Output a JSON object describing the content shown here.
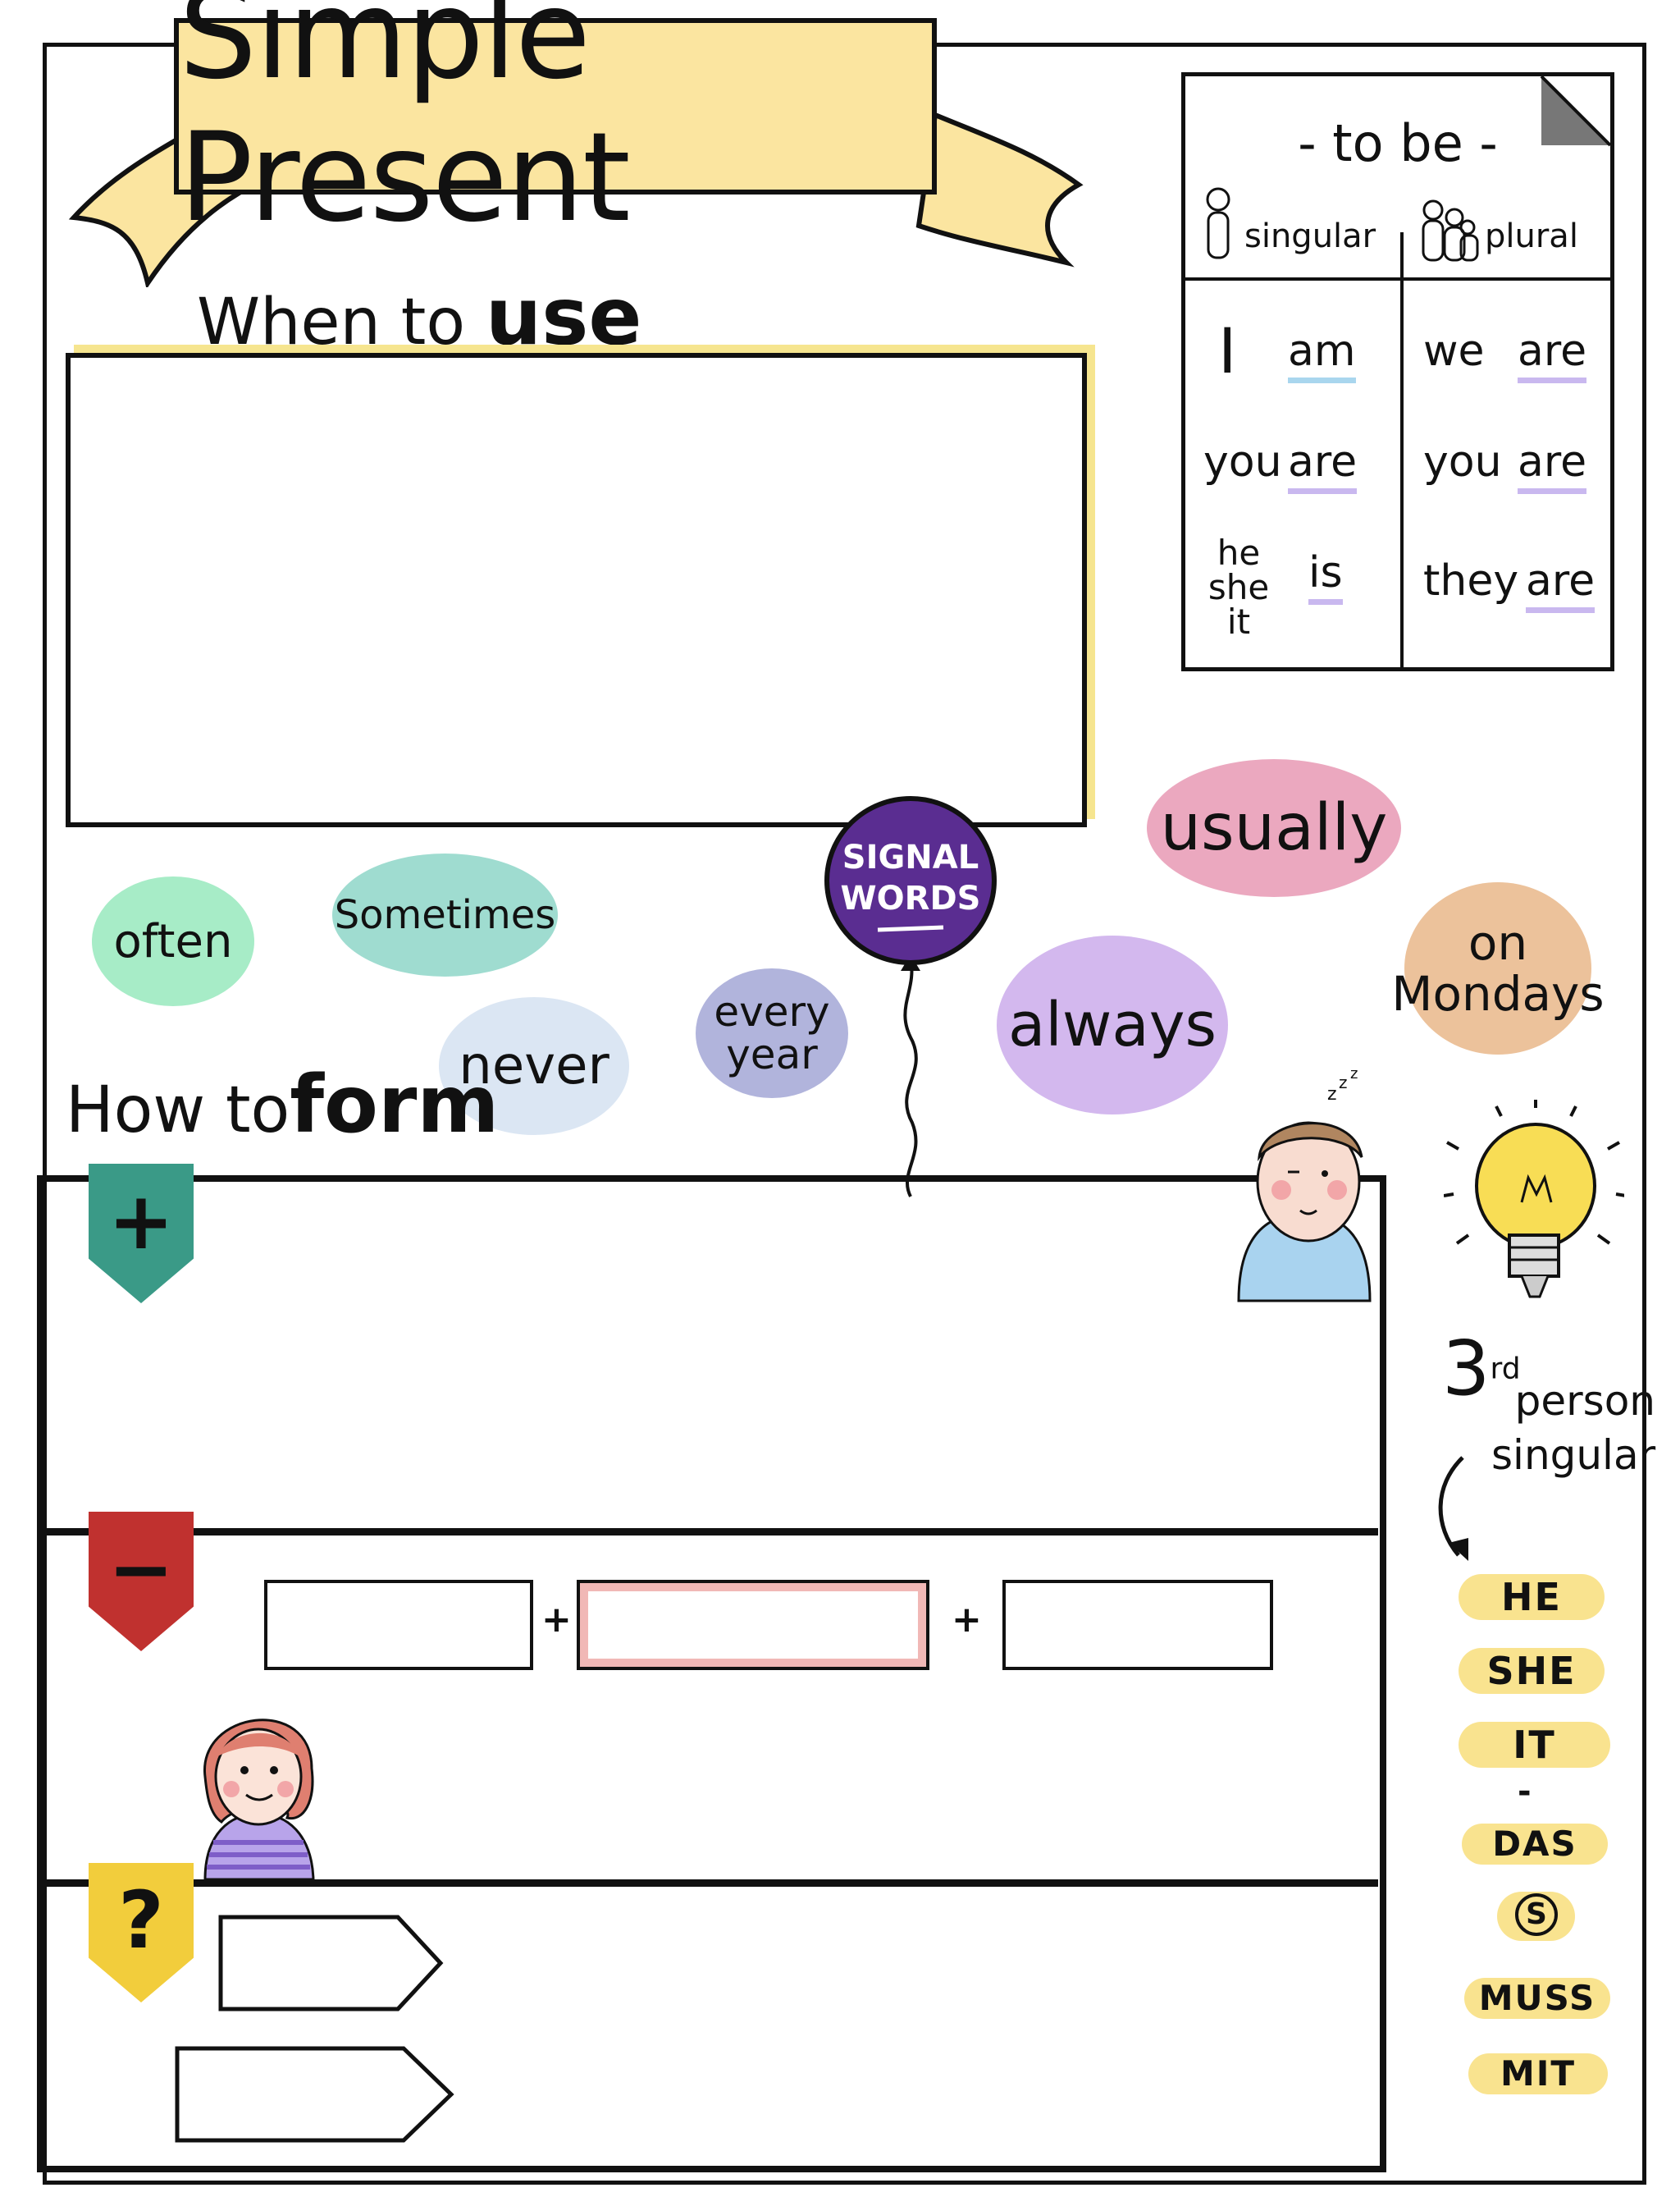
{
  "title": "Simple Present",
  "use_heading": {
    "prefix": "When to",
    "bold": "use"
  },
  "form_heading": {
    "prefix": "How to",
    "bold": "form"
  },
  "to_be": {
    "title": "- to be -",
    "singular_label": "singular",
    "plural_label": "plural",
    "singular": [
      {
        "pronoun": "I",
        "verb": "am"
      },
      {
        "pronoun": "you",
        "verb": "are"
      },
      {
        "pronoun": "he she it",
        "verb": "is"
      }
    ],
    "plural": [
      {
        "pronoun": "we",
        "verb": "are"
      },
      {
        "pronoun": "you",
        "verb": "are"
      },
      {
        "pronoun": "they",
        "verb": "are"
      }
    ]
  },
  "signal_words": {
    "balloon": "SIGNAL WORDS",
    "words": [
      "often",
      "Sometimes",
      "never",
      "every year",
      "always",
      "usually",
      "on Mondays"
    ]
  },
  "form_sections": {
    "positive_symbol": "+",
    "negative_symbol": "−",
    "question_symbol": "?",
    "plus_signs": [
      "+",
      "+"
    ]
  },
  "third_person": {
    "label_number": "3",
    "label_sup": "rd",
    "label_rest": "person singular",
    "mnemonic": [
      "HE",
      "SHE",
      "IT",
      "-",
      "DAS",
      "S",
      "MUSS",
      "MIT"
    ]
  },
  "colors": {
    "banner": "#fbe5a0",
    "often": "#a7ecc7",
    "sometimes": "#9fdcd0",
    "never": "#dbe6f3",
    "every_year": "#b1b4dc",
    "always": "#d3b8ee",
    "usually": "#eba8bf",
    "on_mondays": "#ecc29b",
    "balloon": "#5a2d91",
    "plus_shield": "#3a9a87",
    "minus_shield": "#c0312f",
    "question_shield": "#f2cd3c",
    "pill": "#f9e38f"
  }
}
